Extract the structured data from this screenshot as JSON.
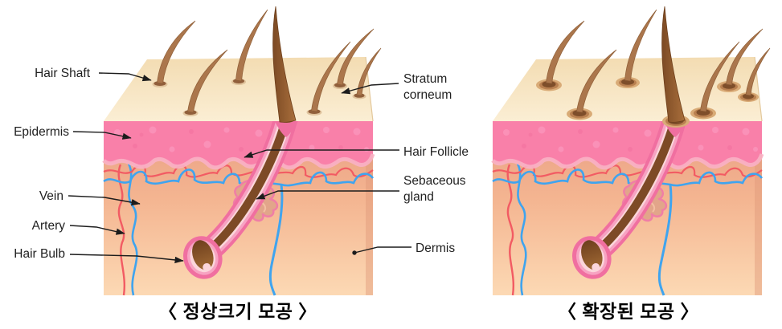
{
  "diagram": {
    "subject": "skin cross-section hair follicle comparison",
    "panels": [
      {
        "id": "left",
        "caption": "〈 정상크기 모공 〉"
      },
      {
        "id": "right",
        "caption": "〈 확장된 모공 〉"
      }
    ],
    "annotations": {
      "hair_shaft": "Hair Shaft",
      "epidermis": "Epidermis",
      "vein": "Vein",
      "artery": "Artery",
      "hair_bulb": "Hair Bulb",
      "stratum_corneum": "Stratum corneum",
      "hair_follicle": "Hair Follicle",
      "sebaceous_gland": "Sebaceous gland",
      "dermis": "Dermis"
    },
    "colors": {
      "background": "#ffffff",
      "skin_surface": "#f6e2bd",
      "epidermis_pink": "#f980a9",
      "epidermis_rim": "#f8b1c4",
      "dermis_top": "#e89e83",
      "dermis_bottom": "#fcd9b4",
      "vein_blue": "#3fa4ef",
      "artery_red": "#f25b63",
      "hair_brown": "#ab764c",
      "big_hair_brown": "#7d4a26",
      "follicle_pink": "#f06fa0",
      "pore_dark": "#7e4e2a",
      "label_text": "#1f1f1f",
      "leader_line": "#1c1c1c"
    }
  }
}
